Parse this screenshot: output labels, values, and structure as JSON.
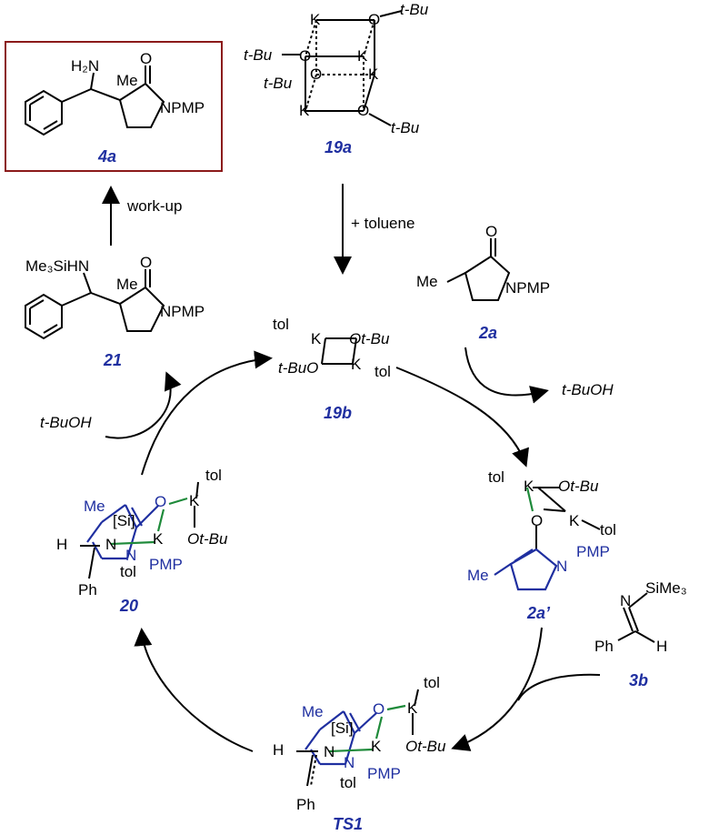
{
  "compounds": {
    "c4a": {
      "label": "4a",
      "nh2": "H₂N",
      "me": "Me",
      "o": "O",
      "n": "NPMP"
    },
    "c19a": {
      "label": "19a",
      "k": "K",
      "o": "O",
      "tbu": "t-Bu",
      "tbu_l": "t-Bu"
    },
    "c21": {
      "label": "21",
      "nh": "Me₃SiHN",
      "me": "Me",
      "o": "O",
      "n": "NPMP"
    },
    "c2a": {
      "label": "2a",
      "me": "Me",
      "o": "O",
      "n": "NPMP"
    },
    "c19b": {
      "label": "19b",
      "tol": "tol",
      "k": "K",
      "otbu": "Ot-Bu",
      "tbuo": "t-BuO"
    },
    "c2a_prime": {
      "label": "2a’",
      "me": "Me",
      "n": "N",
      "pmp": "PMP",
      "tol": "tol",
      "k": "K",
      "o": "O",
      "otbu": "Ot-Bu"
    },
    "c3b": {
      "label": "3b",
      "n": "N",
      "sime3": "SiMe₃",
      "ph": "Ph",
      "h": "H"
    },
    "c20": {
      "label": "20",
      "me": "Me",
      "si": "[Si]",
      "o": "O",
      "k": "K",
      "tol": "tol",
      "otbu": "Ot-Bu",
      "h": "H",
      "n": "N",
      "pmp": "PMP",
      "ph": "Ph"
    },
    "ts1": {
      "label": "TS1",
      "me": "Me",
      "si": "[Si]",
      "o": "O",
      "k": "K",
      "tol": "tol",
      "otbu": "Ot-Bu",
      "h": "H",
      "n": "N",
      "pmp": "PMP",
      "ph": "Ph"
    }
  },
  "reagents": {
    "workup": "work-up",
    "toluene": "+ toluene",
    "tbuoh_out": "t-BuOH",
    "tbuoh_in": "t-BuOH"
  },
  "colors": {
    "highlight_box": "#8b1a1a",
    "blue": "#1f2fa0",
    "green": "#1e8a3a"
  }
}
